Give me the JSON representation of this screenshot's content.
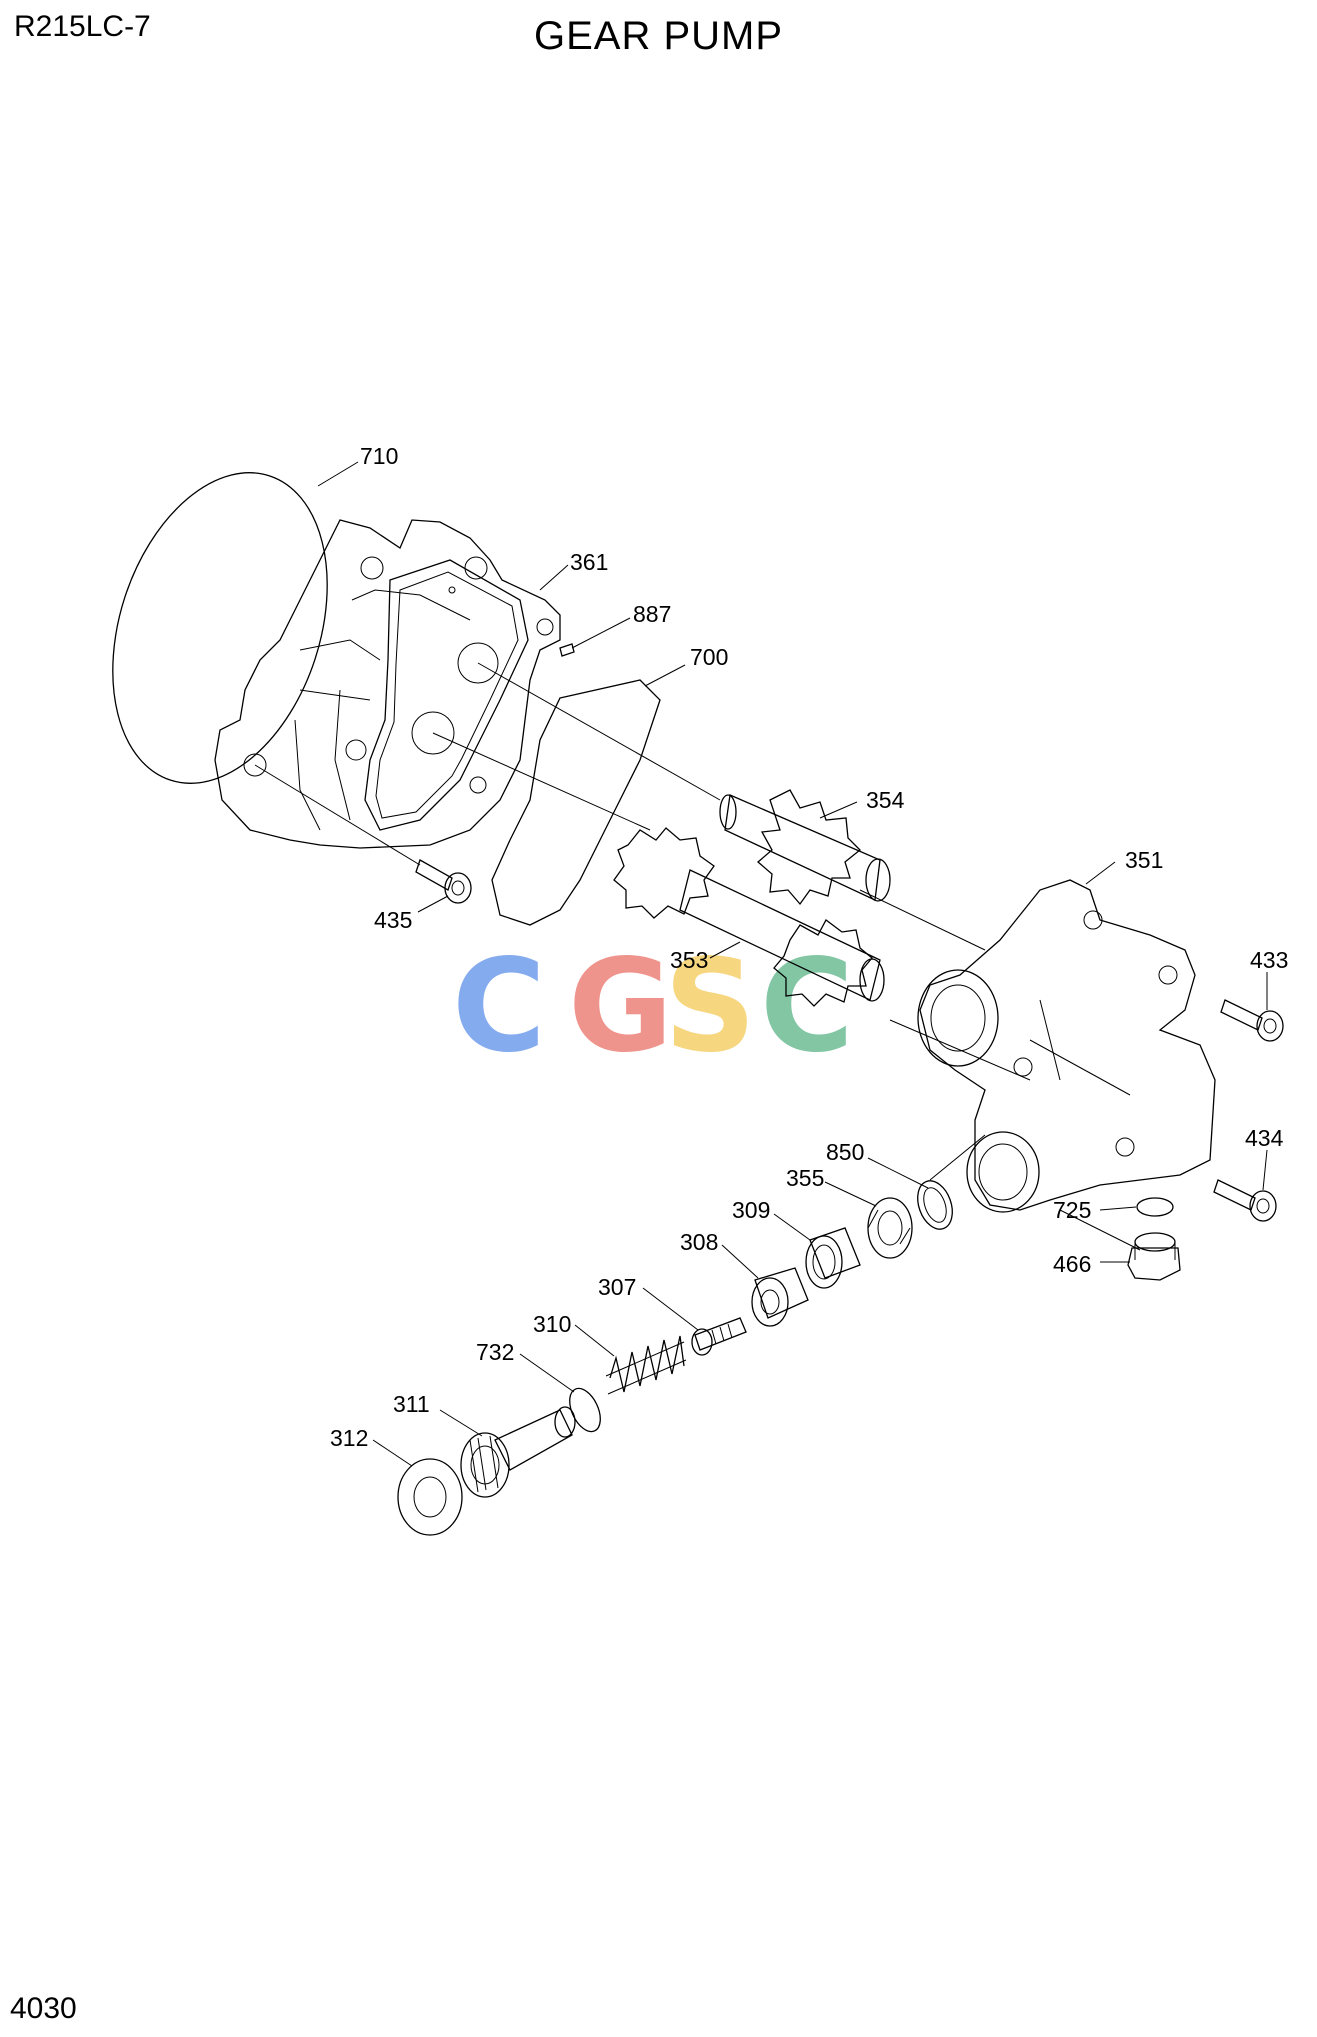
{
  "header": {
    "model": "R215LC-7",
    "title": "GEAR PUMP"
  },
  "footer": {
    "page_number": "4030"
  },
  "watermark": {
    "letters": [
      "C",
      "G",
      "S",
      "C"
    ],
    "colors": [
      "#7fa7ef",
      "#ef8f86",
      "#f6d57a",
      "#7cc3a0"
    ]
  },
  "parts": {
    "p710": "710",
    "p361": "361",
    "p887": "887",
    "p700": "700",
    "p354": "354",
    "p351": "351",
    "p435": "435",
    "p353": "353",
    "p433": "433",
    "p434": "434",
    "p850": "850",
    "p355": "355",
    "p309": "309",
    "p308": "308",
    "p725": "725",
    "p466": "466",
    "p307": "307",
    "p310": "310",
    "p732": "732",
    "p311": "311",
    "p312": "312"
  }
}
